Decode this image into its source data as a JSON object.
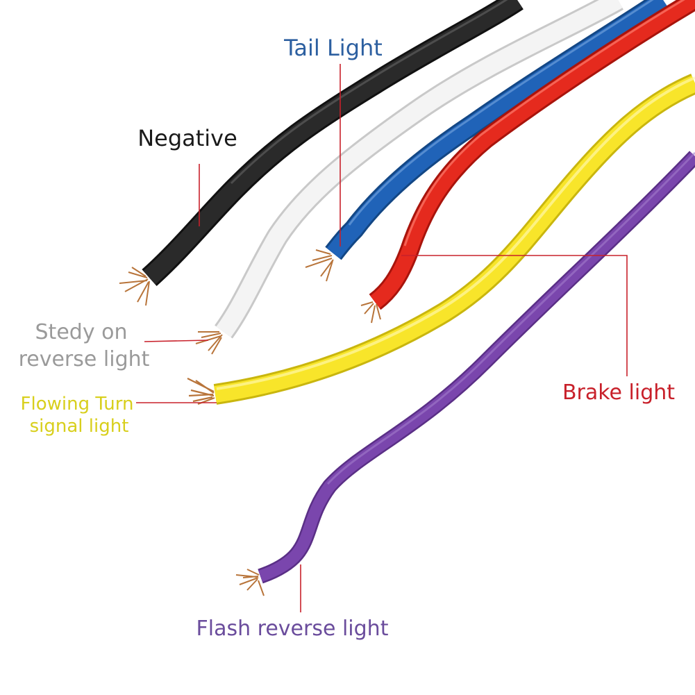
{
  "labels": {
    "tail_light": "Tail Light",
    "negative": "Negative",
    "steady_line1": "Stedy on",
    "steady_line2": "reverse light",
    "flowing_line1": "Flowing Turn",
    "flowing_line2": "signal light",
    "brake_light": "Brake light",
    "flash_reverse": "Flash reverse light"
  },
  "colors": {
    "tail_light_text": "#2c5fa0",
    "negative_text": "#1a1a1a",
    "steady_text": "#9a9a9a",
    "flowing_text": "#d8cf1c",
    "brake_text": "#c8202a",
    "flash_text": "#6a4c9c",
    "leader_line": "#c8202a",
    "wire_black": "#222222",
    "wire_white": "#f2f2f2",
    "wire_blue": "#1f5fb5",
    "wire_red": "#e02a1e",
    "wire_yellow": "#f6e21e",
    "wire_purple": "#7440a6",
    "copper": "#b8743a"
  },
  "wires": [
    {
      "name": "black-wire",
      "color": "black"
    },
    {
      "name": "white-wire",
      "color": "white"
    },
    {
      "name": "blue-wire",
      "color": "blue"
    },
    {
      "name": "red-wire",
      "color": "red"
    },
    {
      "name": "yellow-wire",
      "color": "yellow"
    },
    {
      "name": "purple-wire",
      "color": "purple"
    }
  ]
}
